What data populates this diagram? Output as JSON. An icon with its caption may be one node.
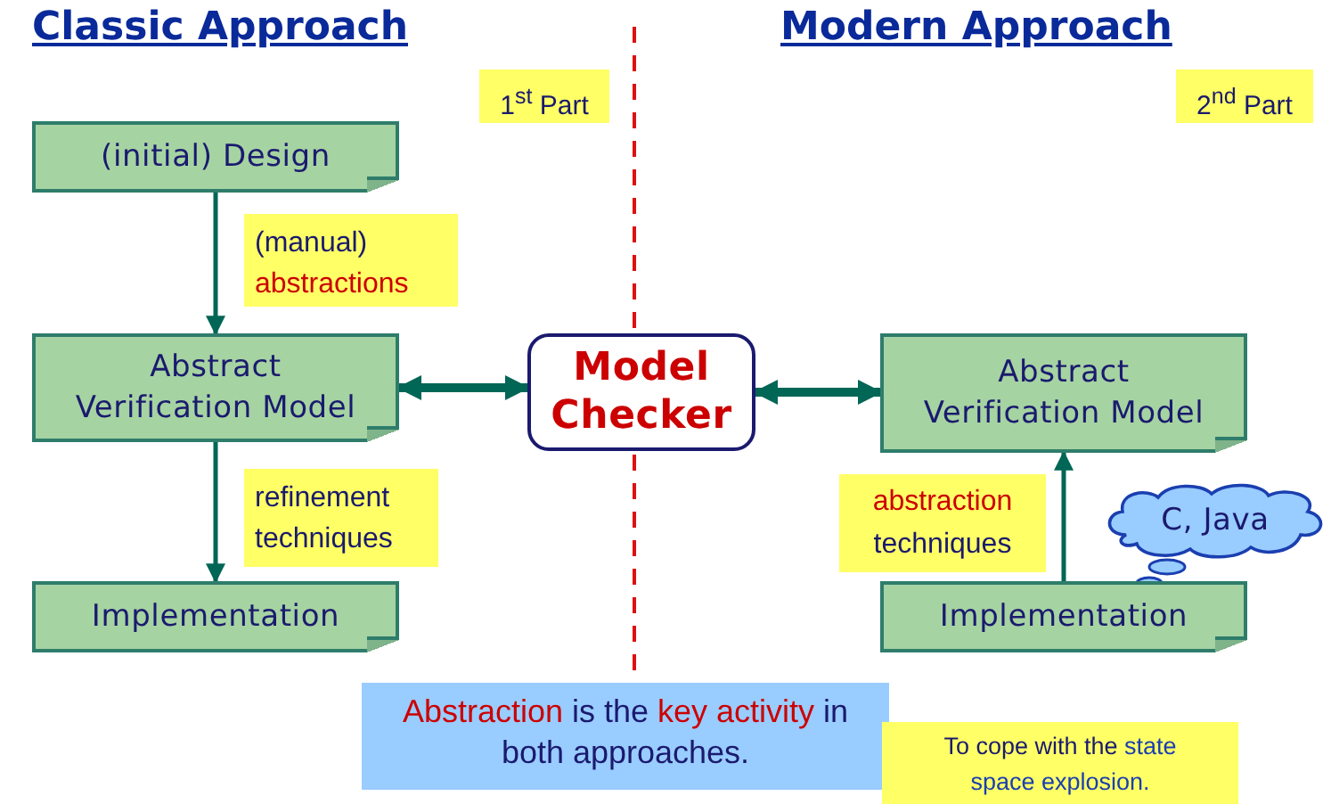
{
  "diagram": {
    "nodes": [
      {
        "text": [
          "(initial) Design"
        ]
      },
      {
        "text": [
          "Abstract Verification Model"
        ]
      },
      {
        "text": [
          "Implementation"
        ]
      },
      {
        "text": [
          "Model Checker"
        ]
      },
      {
        "text": [
          "Abstract Verification Model"
        ]
      },
      {
        "text": [
          "Implementation"
        ]
      },
      {
        "text": [
          "C, Java"
        ]
      }
    ],
    "edges": [
      {
        "from": 0,
        "to": 1,
        "arrow": "to"
      },
      {
        "from": 1,
        "to": 2,
        "arrow": "to"
      },
      {
        "from": 1,
        "to": 3,
        "arrow": "both",
        "style": "thick"
      },
      {
        "from": 3,
        "to": 4,
        "arrow": "both",
        "style": "thick"
      },
      {
        "from": 5,
        "to": 4,
        "arrow": "to"
      }
    ],
    "labels": [
      "Classic Approach",
      "Modern Approach",
      "1$^{st}$ Part",
      "2$^{nd}$ Part",
      "(manual) **abstractions**",
      "refinement techniques",
      "**abstraction** techniques",
      "**Abstraction** is the **key activity** in both approaches.",
      "To cope with the **state space explosion.**"
    ]
  }
}
